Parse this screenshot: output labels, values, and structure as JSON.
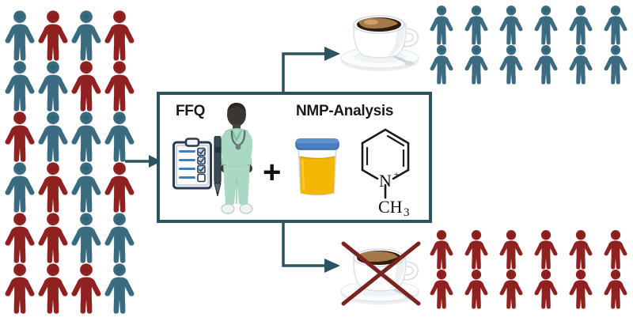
{
  "figure": {
    "type": "graphical-abstract",
    "background_color": "#ffffff",
    "accent_color": "#2c5460"
  },
  "colors": {
    "person_blue": "#3b6b80",
    "person_blue_dark": "#2f5a6b",
    "person_red": "#8f2220",
    "person_red_dark": "#7a1c1a",
    "box_border": "#2c5460",
    "arrow": "#2c5460",
    "cross_out": "#7a2420",
    "scrubs_green": "#a9d8c4",
    "skin_dark": "#3c3632",
    "cup_lid_blue": "#4a80c0",
    "urine_yellow": "#f2b705",
    "clipboard_navy": "#2b3a55"
  },
  "study_box": {
    "ffq_label": "FFQ",
    "nmp_label": "NMP-Analysis",
    "plus_symbol": "+",
    "icons": {
      "clipboard": "clipboard-icon",
      "nurse": "nurse-icon",
      "pen": "pen-icon",
      "sample_cup": "sample-cup-icon",
      "molecule": "nmp-molecule-icon"
    },
    "molecule": {
      "name": "N-methylpyridinium",
      "nitrogen_label": "N",
      "charge_label": "+",
      "methyl_label_main": "CH",
      "methyl_label_sub": "3"
    },
    "clipboard": {
      "rows": 4,
      "checked": [
        true,
        true,
        true,
        false
      ]
    }
  },
  "cohort": {
    "label": "study-cohort",
    "columns": 4,
    "rows": 6,
    "total": 24,
    "figures": [
      [
        "blue",
        "red",
        "blue",
        "red"
      ],
      [
        "blue",
        "blue",
        "red",
        "red"
      ],
      [
        "red",
        "blue",
        "blue",
        "blue"
      ],
      [
        "blue",
        "red",
        "blue",
        "red"
      ],
      [
        "red",
        "red",
        "blue",
        "blue"
      ],
      [
        "red",
        "red",
        "red",
        "blue"
      ]
    ]
  },
  "coffee_group": {
    "label": "coffee-drinkers",
    "columns": 6,
    "rows": 2,
    "total": 12,
    "color": "blue",
    "cup_state": "coffee"
  },
  "nocoffee_group": {
    "label": "non-coffee-drinkers",
    "columns": 6,
    "rows": 2,
    "total": 12,
    "color": "red",
    "cup_state": "coffee-crossed-out"
  },
  "arrows": [
    {
      "name": "arrow-cohort-to-box",
      "direction": "right"
    },
    {
      "name": "arrow-box-to-coffee",
      "direction": "up-right"
    },
    {
      "name": "arrow-box-to-nocoffee",
      "direction": "down-right"
    }
  ]
}
